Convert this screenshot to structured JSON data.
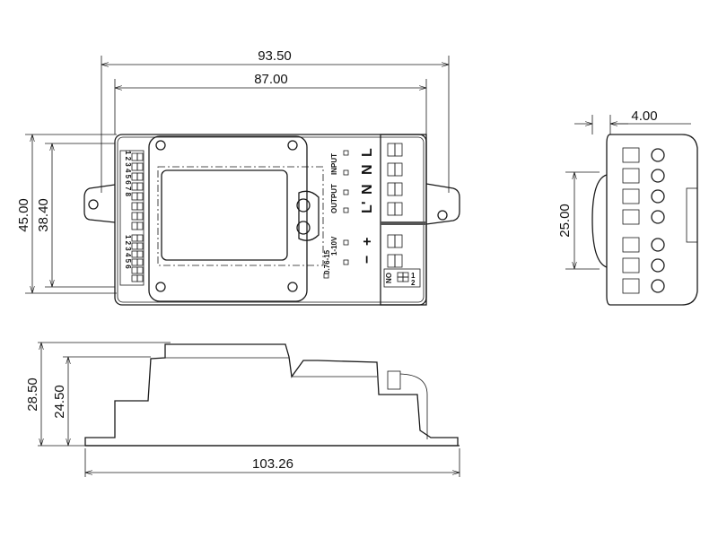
{
  "dimensions": {
    "overall_width": "93.50",
    "body_width": "87.00",
    "overall_height": "45.00",
    "body_height": "38.40",
    "side_thickness": "4.00",
    "side_height": "25.00",
    "total_depth": "28.50",
    "body_depth": "24.50",
    "total_length": "103.26"
  },
  "labels": {
    "input": "INPUT",
    "output": "OUTPUT",
    "dim_range": "1-10V",
    "range_note": "0.76-15",
    "terminal_L": "L",
    "terminal_N1": "N",
    "terminal_N2": "N",
    "terminal_Lp": "L'",
    "terminal_plus": "+",
    "terminal_minus": "−",
    "dip_on": "ON",
    "dip_1": "1",
    "dip_2": "2",
    "dip_top": "12345678",
    "dip_bottom": "123456"
  }
}
